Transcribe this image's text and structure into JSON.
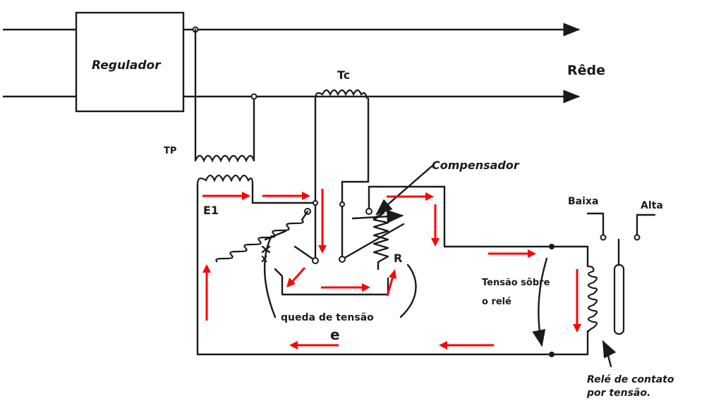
{
  "labels": {
    "regulator": "Regulador",
    "network": "Rêde",
    "current_transformer": "Tc",
    "potential_transformer": "TP",
    "voltage_e1": "E1",
    "compensator": "Compensador",
    "low": "Baixa",
    "high": "Alta",
    "resistance": "R",
    "reactance": "X",
    "relay_voltage_line1": "Tensão sôbre",
    "relay_voltage_line2": "o relé",
    "voltage_drop": "queda de tensão",
    "voltage_drop_symbol": "e",
    "relay_caption_line1": "Relé de contato",
    "relay_caption_line2": "por tensão."
  },
  "colors": {
    "wire": "#1a1a1a",
    "current_arrow": "#ff0000"
  }
}
